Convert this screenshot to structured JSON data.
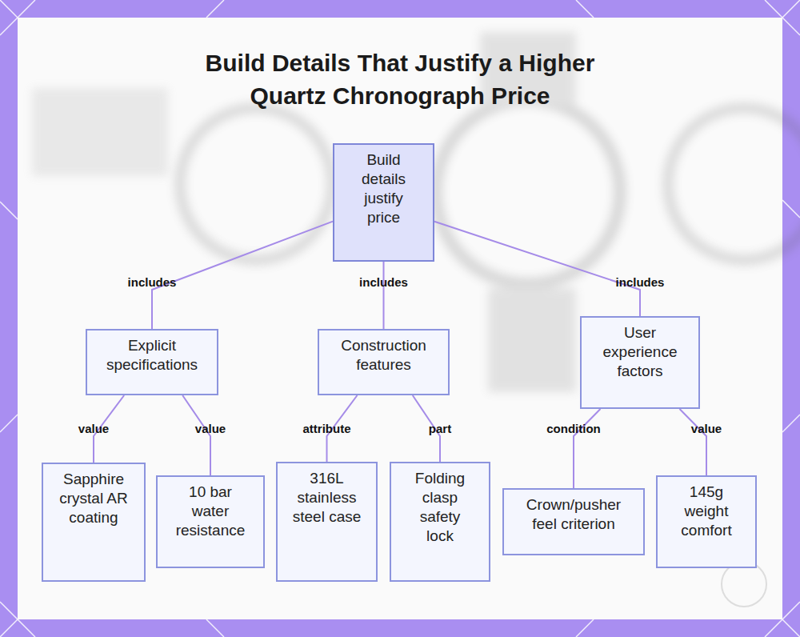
{
  "diagram": {
    "title": "Build Details That Justify a Higher Quartz Chronograph Price",
    "nodes": [
      {
        "text": [
          "Build details justify price"
        ]
      },
      {
        "text": [
          "Explicit specifications"
        ]
      },
      {
        "text": [
          "Construction features"
        ]
      },
      {
        "text": [
          "User experience factors"
        ]
      },
      {
        "text": [
          "Sapphire crystal AR coating"
        ]
      },
      {
        "text": [
          "10 bar water resistance"
        ]
      },
      {
        "text": [
          "316L stainless steel case"
        ]
      },
      {
        "text": [
          "Folding clasp safety lock"
        ]
      },
      {
        "text": [
          "Crown/pusher feel criterion"
        ]
      },
      {
        "text": [
          "145g weight comfort"
        ]
      }
    ],
    "edges": [
      {
        "from": 0,
        "to": 1,
        "label": "includes",
        "arrow": "none"
      },
      {
        "from": 0,
        "to": 2,
        "label": "includes",
        "arrow": "none"
      },
      {
        "from": 0,
        "to": 3,
        "label": "includes",
        "arrow": "none"
      },
      {
        "from": 1,
        "to": 4,
        "label": "value",
        "arrow": "none"
      },
      {
        "from": 1,
        "to": 5,
        "label": "value",
        "arrow": "none"
      },
      {
        "from": 2,
        "to": 6,
        "label": "attribute",
        "arrow": "none"
      },
      {
        "from": 2,
        "to": 7,
        "label": "part",
        "arrow": "none"
      },
      {
        "from": 3,
        "to": 8,
        "label": "condition",
        "arrow": "none"
      },
      {
        "from": 3,
        "to": 9,
        "label": "value",
        "arrow": "none"
      }
    ]
  }
}
